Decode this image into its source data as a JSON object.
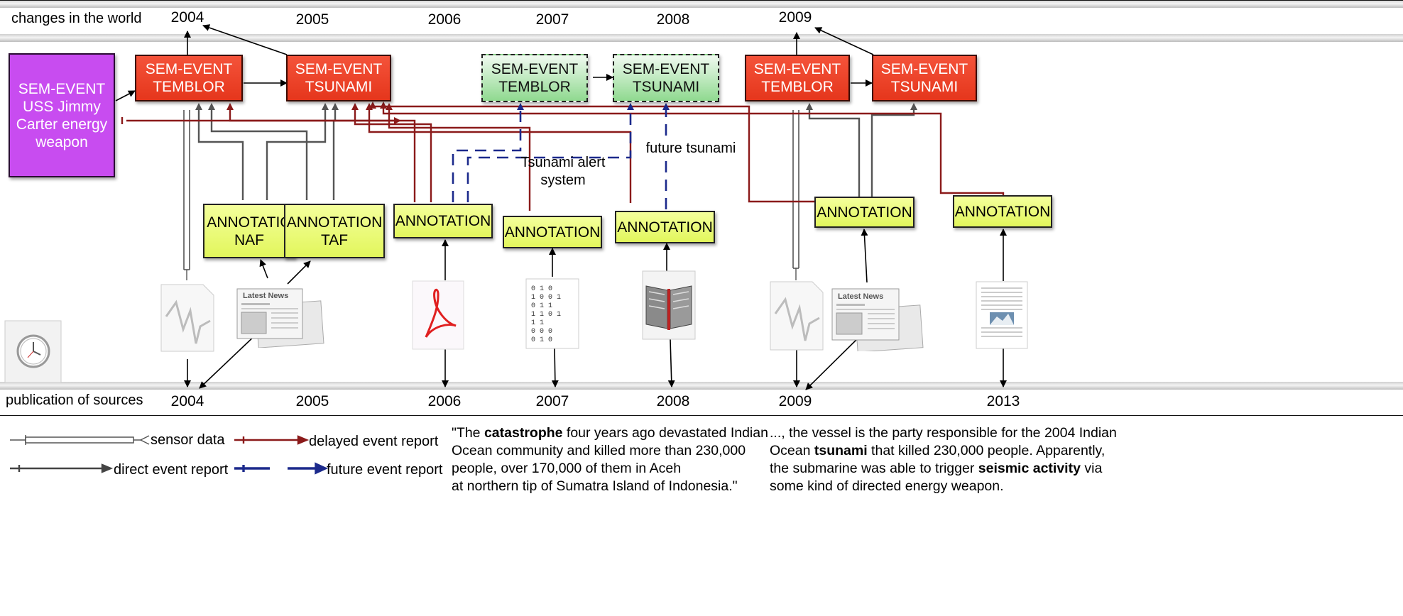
{
  "rows": {
    "top_label": "changes in the world",
    "bottom_label": "publication of sources"
  },
  "top_years": [
    "2004",
    "2005",
    "2006",
    "2007",
    "2008",
    "2009"
  ],
  "bottom_years": [
    "2004",
    "2005",
    "2006",
    "2007",
    "2008",
    "2009",
    "2013"
  ],
  "boxes": {
    "uss": "SEM-EVENT\nUSS Jimmy\nCarter energy\nweapon",
    "sem1": "SEM-EVENT\nTEMBLOR",
    "sem2": "SEM-EVENT\nTSUNAMI",
    "fut1": "SEM-EVENT\nTEMBLOR",
    "fut2": "SEM-EVENT\nTSUNAMI",
    "sem3": "SEM-EVENT\nTEMBLOR",
    "sem4": "SEM-EVENT\nTSUNAMI",
    "ann_naf": "ANNOTATIO\nNAF",
    "ann_taf": "ANNOTATION\nTAF",
    "ann_2006": "ANNOTATION",
    "ann_2007": "ANNOTATION",
    "ann_2008": "ANNOTATION",
    "ann_2009": "ANNOTATION",
    "ann_2013": "ANNOTATION"
  },
  "notes": {
    "alert": "Tsunami alert\nsystem",
    "future": "future tsunami"
  },
  "icons": [
    "clock-icon",
    "sensor-chart-icon",
    "newspaper-icon",
    "pdf-icon",
    "binary-data-icon",
    "book-icon",
    "sensor-chart-icon",
    "newspaper-icon",
    "spreadsheet-icon"
  ],
  "legend": {
    "sensor": "sensor data",
    "delayed": "delayed event report",
    "direct": "direct event report",
    "future": "future event report"
  },
  "colors": {
    "sensor": "#555555",
    "delayed": "#8b1a1a",
    "direct": "#444444",
    "future": "#1c2a8c"
  },
  "quote1": {
    "p1": "\"The ",
    "b1": "catastrophe",
    "p2": " four years ago devastated Indian\nOcean community and killed more than 230,000\npeople, over 170,000 of them in Aceh\nat northern tip of Sumatra Island of Indonesia.\""
  },
  "quote2": {
    "p1": "..., the vessel is the party responsible for the 2004 Indian\nOcean ",
    "b1": "tsunami",
    "p2": " that killed 230,000 people. Apparently,\nthe submarine was able to trigger ",
    "b2": "seismic activity",
    "p3": " via\nsome kind of directed energy weapon."
  }
}
